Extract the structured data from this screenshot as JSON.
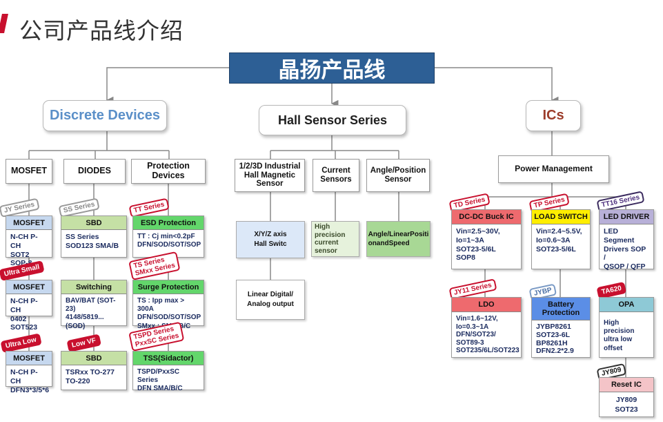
{
  "page_title": "公司产品线介绍",
  "root": "晶扬产品线",
  "categories": {
    "discrete": "Discrete Devices",
    "hall": "Hall Sensor Series",
    "ics": "ICs"
  },
  "colors": {
    "root_bg": "#2d5f95",
    "discrete_text": "#5a8fc8",
    "ics_text": "#9c3c2a",
    "accent_red": "#c8102e",
    "header_blue": "#c6d8ef",
    "header_green": "#63d66b",
    "header_lightgreen": "#c5e0a5",
    "header_red": "#ee6a6e",
    "header_yellow": "#ffee00",
    "header_lavender": "#b8b0d8",
    "header_blue2": "#5b8ee6",
    "header_teal": "#8ec9d6",
    "header_pink": "#f4c4c8",
    "hall_blue_box": "#dce8f8",
    "hall_green_light": "#e6f2dc",
    "hall_green": "#a8d895"
  },
  "discrete": {
    "subs": [
      "MOSFET",
      "DIODES",
      "Protection\nDevices"
    ],
    "mosfet": [
      {
        "tag": "JY Series",
        "header": "MOSFET",
        "body": "N-CH  P-CH\nSOT2  SOP-8"
      },
      {
        "tag": "Ultra Small",
        "header": "MOSFET",
        "body": "N-CH  P-CH\n0402  SOT523"
      },
      {
        "tag": "Ultra Low",
        "header": "MOSFET",
        "body": "N-CH  P-CH\nDFN3*3/5*6"
      }
    ],
    "diodes": [
      {
        "tag": "SS Series",
        "header": "SBD",
        "body": "SS Series\nSOD123  SMA/B"
      },
      {
        "tag": "",
        "header": "Switching",
        "body": "BAV/BAT (SOT-23)\n4148/5819...(SOD)"
      },
      {
        "tag": "Low VF",
        "header": "SBD",
        "body": "TSRxx  TO-277\nTO-220"
      }
    ],
    "protection": [
      {
        "tag": "TT Series",
        "header": "ESD Protection",
        "body": "TT : Cj min<0.2pF\nDFN/SOD/SOT/SOP"
      },
      {
        "tag": "TS Series\nSMxx Series",
        "header": "Surge Protection",
        "body": "TS : Ipp max > 300A\nDFN/SOD/SOT/SOP\nSMxx : SMA/B/C"
      },
      {
        "tag": "TSPD Series\nPxxSC Series",
        "header": "TSS(Sidactor)",
        "body": "TSPD/PxxSC Series\nDFN SMA/B/C"
      }
    ]
  },
  "hall": {
    "subs": [
      "1/2/3D Industrial\nHall Magnetic\nSensor",
      "Current\nSensors",
      "Angle/Position\nSensor"
    ],
    "industrial": [
      "X/Y/Z axis\nHall Switc",
      "Linear Digital/\nAnalog output"
    ],
    "current": "High\nprecision\ncurrent\nsensor",
    "angle": "Angle/LinearPositi\nonandSpeed"
  },
  "ics": {
    "power_management": "Power Management",
    "col1": [
      {
        "tag": "TD Series",
        "header": "DC-DC Buck IC",
        "body": "Vin=2.5~30V,\nIo=1~3A\nSOT23-5/6L  SOP8"
      },
      {
        "tag": "JY11 Series",
        "header": "LDO",
        "body": "Vin=1.6~12V,\nIo=0.3~1A\nDFN/SOT23/\nSOT89-3\nSOT235/6L/SOT223"
      }
    ],
    "col2": [
      {
        "tag": "TP Series",
        "header": "LOAD SWITCH",
        "body": "Vin=2.4~5.5V,\nIo=0.6~3A\nSOT23-5/6L"
      },
      {
        "tag": "JYBP",
        "header": "Battery\nProtection",
        "body": "JYBP8261\nSOT23-6L\nBP8261H\nDFN2.2*2.9"
      }
    ],
    "col3": [
      {
        "tag": "TT16 Series",
        "header": "LED DRIVER",
        "body": "LED Segment\nDrivers  SOP /\nQSOP / QFP"
      },
      {
        "tag": "TA620",
        "header": "OPA",
        "body": "High precision\nultra low offset"
      },
      {
        "tag": "JY809",
        "header": "Reset IC",
        "body": "JY809\nSOT23"
      }
    ]
  }
}
